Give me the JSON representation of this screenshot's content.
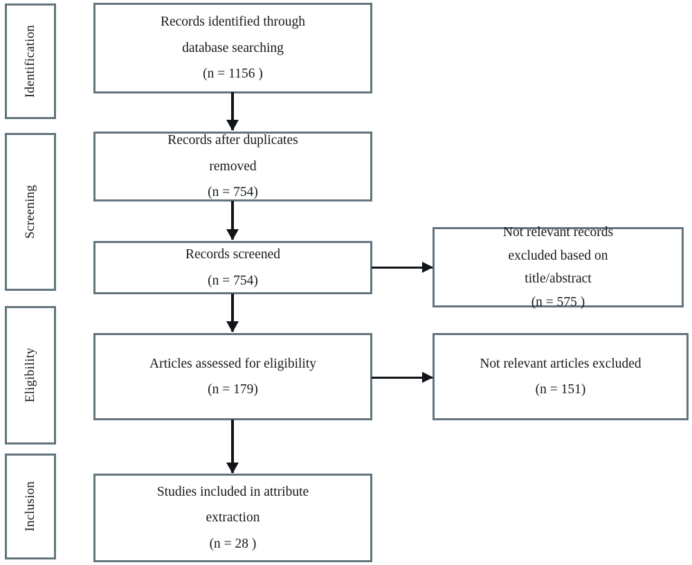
{
  "diagram": {
    "title": "PRISMA study selection flow diagram",
    "type": "flowchart",
    "border_color": "#62757c",
    "arrow_color": "#111418",
    "background": "#ffffff"
  },
  "stages": [
    {
      "label": "Identification"
    },
    {
      "label": "Screening"
    },
    {
      "label": "Eligibility"
    },
    {
      "label": "Inclusion"
    }
  ],
  "boxes": {
    "identified": {
      "line1": "Records identified through",
      "line2": "database searching",
      "line3": "(n = 1156 )",
      "n": 1156
    },
    "after_duplicates": {
      "line1": "Records after duplicates",
      "line2": "removed",
      "line3": "(n = 754)",
      "n": 754
    },
    "screened": {
      "line1": "Records screened",
      "line2": "(n = 754)",
      "n": 754
    },
    "excluded_titleabstract": {
      "line1": "Not relevant records",
      "line2": "excluded based on",
      "line3": "title/abstract",
      "line4": "(n = 575 )",
      "n": 575
    },
    "assessed": {
      "line1": "Articles assessed for eligibility",
      "line2": "(n = 179)",
      "n": 179
    },
    "excluded_articles": {
      "line1": "Not relevant articles excluded",
      "line2": "(n = 151)",
      "n": 151
    },
    "included": {
      "line1": "Studies included in attribute",
      "line2": "extraction",
      "line3": "(n = 28 )",
      "n": 28
    }
  },
  "connectors": [
    {
      "name": "identified-to-after-duplicates",
      "direction": "down"
    },
    {
      "name": "after-duplicates-to-screened",
      "direction": "down"
    },
    {
      "name": "screened-to-assessed",
      "direction": "down"
    },
    {
      "name": "assessed-to-included",
      "direction": "down"
    },
    {
      "name": "screened-to-excluded-titleabstract",
      "direction": "right"
    },
    {
      "name": "assessed-to-excluded-articles",
      "direction": "right"
    }
  ]
}
